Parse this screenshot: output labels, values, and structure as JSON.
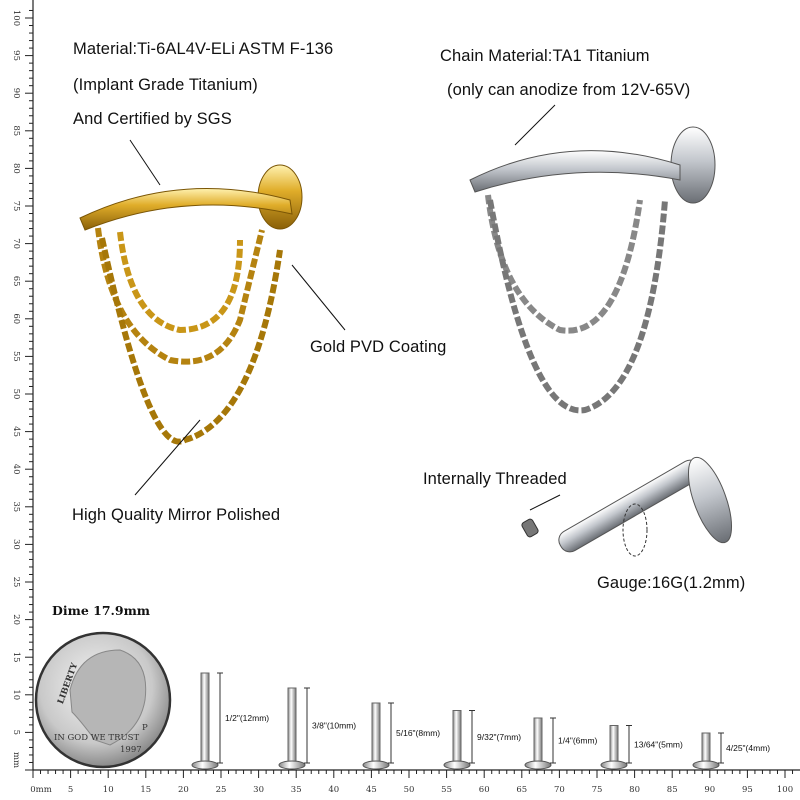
{
  "annotations": {
    "material_line1": "Material:Ti-6AL4V-ELi ASTM F-136",
    "material_line2": "(Implant Grade Titanium)",
    "material_line3": "And Certified by SGS",
    "chain_material_line1": "Chain Material:TA1 Titanium",
    "chain_material_line2": "(only can anodize from 12V-65V)",
    "coating": "Gold PVD Coating",
    "polish": "High Quality Mirror Polished",
    "threading": "Internally Threaded",
    "gauge": "Gauge:16G(1.2mm)"
  },
  "dime": {
    "label": "Dime 17.9mm",
    "coin_text": [
      "LIBERTY",
      "IN GOD WE TRUST",
      "1997",
      "P"
    ]
  },
  "ruler": {
    "horizontal_labels": [
      "0mm",
      "5",
      "10",
      "15",
      "20",
      "25",
      "30",
      "35",
      "40",
      "45",
      "50",
      "55",
      "60",
      "65",
      "70",
      "75",
      "80",
      "85",
      "90",
      "95",
      "100"
    ],
    "vertical_labels": [
      "mm",
      "5",
      "10",
      "15",
      "20",
      "25",
      "30",
      "35",
      "40",
      "45",
      "50",
      "55",
      "60",
      "65",
      "70",
      "75",
      "80",
      "85",
      "90",
      "95",
      "100"
    ]
  },
  "pin_lengths": [
    {
      "label": "1/2\"(12mm)",
      "mm": 12
    },
    {
      "label": "3/8\"(10mm)",
      "mm": 10
    },
    {
      "label": "5/16\"(8mm)",
      "mm": 8
    },
    {
      "label": "9/32\"(7mm)",
      "mm": 7
    },
    {
      "label": "1/4\"(6mm)",
      "mm": 6
    },
    {
      "label": "13/64\"(5mm)",
      "mm": 5
    },
    {
      "label": "4/25\"(4mm)",
      "mm": 4
    }
  ],
  "colors": {
    "gold": "#d9a520",
    "silver": "#b8bcc2",
    "text": "#111111"
  }
}
